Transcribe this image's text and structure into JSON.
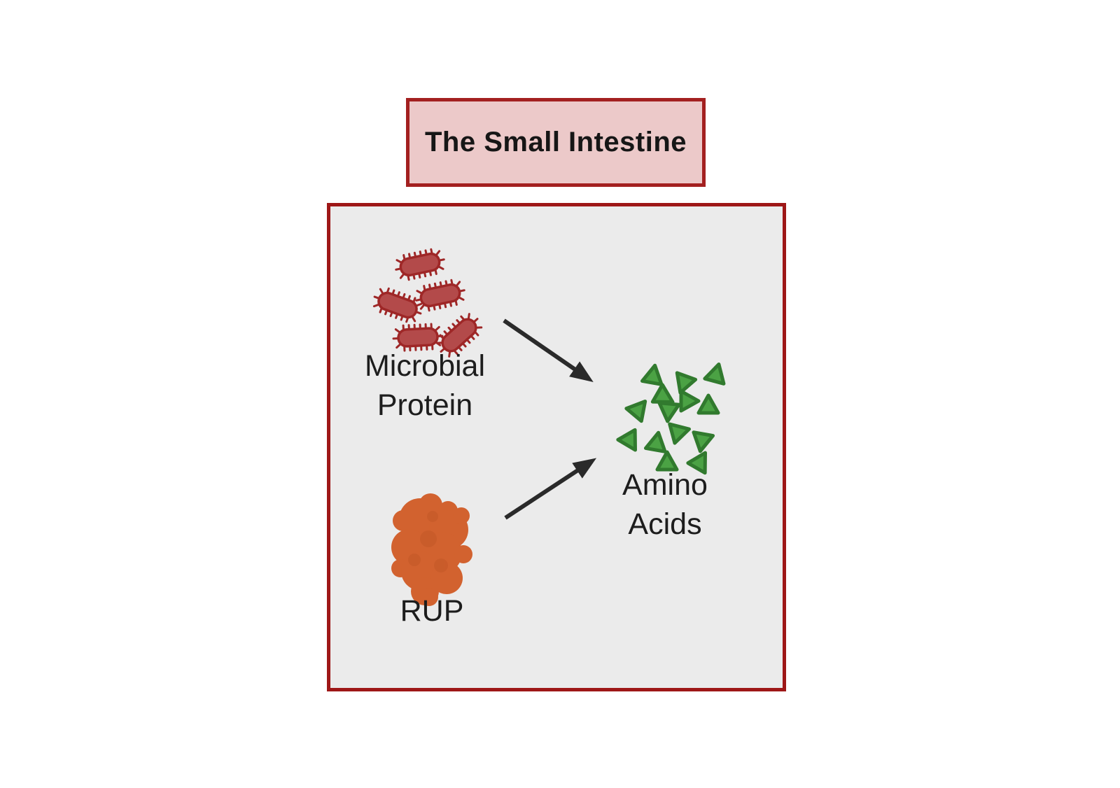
{
  "title_box": {
    "label": "The Small Intestine"
  },
  "diagram": {
    "nodes": [
      {
        "id": "microbial-protein",
        "label": "Microbial Protein",
        "icon": "bacteria-cluster-icon"
      },
      {
        "id": "rup",
        "label": "RUP",
        "icon": "protein-blob-icon"
      },
      {
        "id": "amino-acids",
        "label": "Amino Acids",
        "icon": "amino-acid-triangles-icon"
      }
    ],
    "edges": [
      {
        "from": "microbial-protein",
        "to": "amino-acids",
        "style": "black-arrow"
      },
      {
        "from": "rup",
        "to": "amino-acids",
        "style": "black-arrow"
      }
    ]
  },
  "colors": {
    "page_background": "#ffffff",
    "title_box_fill": "#ecc9c9",
    "title_box_border": "#a32020",
    "main_box_fill": "#ebebeb",
    "main_box_border": "#9e1717",
    "bacteria_fill": "#b34a4a",
    "bacteria_outline": "#9e2727",
    "triangle_fill": "#4ba244",
    "triangle_outline": "#317a2e",
    "blob_fill": "#d2622f",
    "arrow_color": "#2a2a2a",
    "text_color": "#1d1d1d"
  }
}
